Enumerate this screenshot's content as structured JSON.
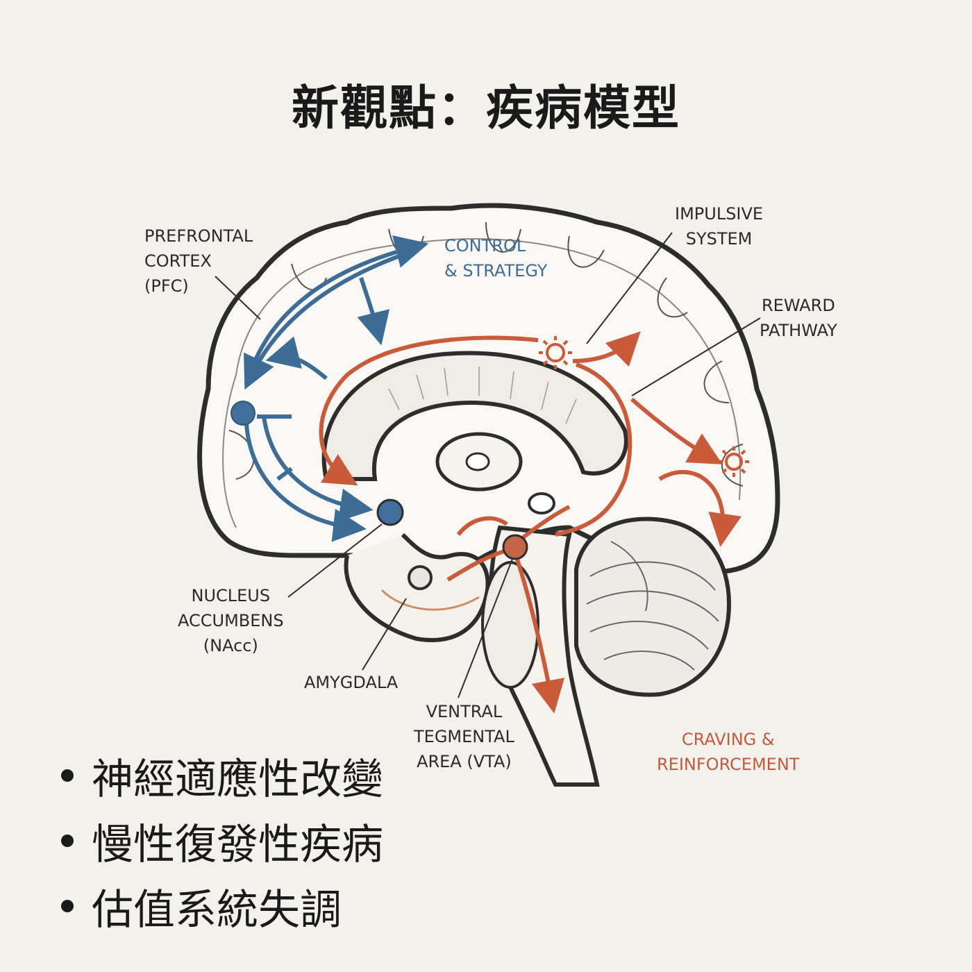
{
  "title": "新觀點：疾病模型",
  "colors": {
    "background": "#f3f1ec",
    "control_blue": "#3d6d97",
    "reward_orange": "#c95a3a",
    "ink": "#2a2a2a"
  },
  "diagram": {
    "subject": "mid-sagittal brain illustration",
    "labels": {
      "pfc": "PREFRONTAL\nCORTEX\n(PFC)",
      "control": "CONTROL\n& STRATEGY",
      "impulsive": "IMPULSIVE\nSYSTEM",
      "reward": "REWARD\nPATHWAY",
      "nacc": "NUCLEUS\nACCUMBENS\n(NAcc)",
      "amygdala": "AMYGDALA",
      "vta": "VENTRAL\nTEGMENTAL\nAREA (VTA)",
      "craving": "CRAVING &\nREINFORCEMENT"
    },
    "nodes": [
      {
        "id": "pfc",
        "system": "control"
      },
      {
        "id": "nacc",
        "system": "control"
      },
      {
        "id": "vta",
        "system": "reward"
      },
      {
        "id": "reward-hub-1",
        "system": "reward",
        "icon": "starburst"
      },
      {
        "id": "reward-hub-2",
        "system": "reward",
        "icon": "starburst"
      }
    ]
  },
  "bullets": [
    "神經適應性改變",
    "慢性復發性疾病",
    "估值系統失調"
  ]
}
